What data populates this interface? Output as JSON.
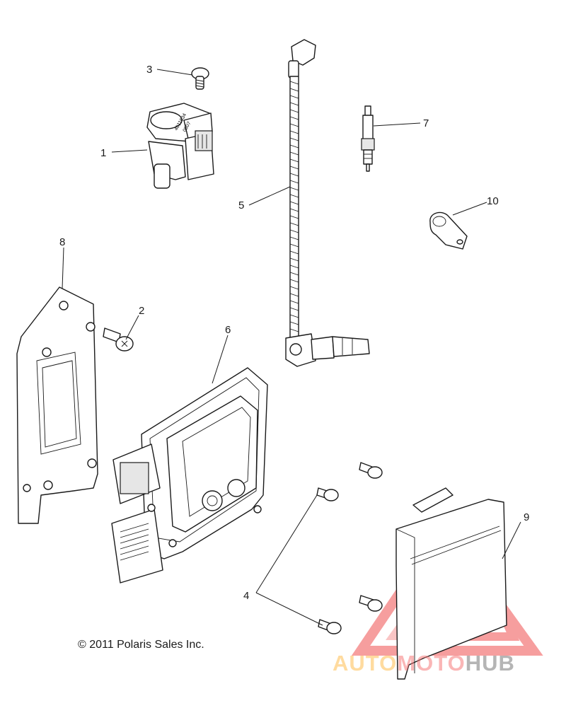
{
  "callouts": {
    "c1": "1",
    "c2": "2",
    "c3": "3",
    "c4": "4",
    "c5": "5",
    "c6": "6",
    "c7": "7",
    "c8": "8",
    "c9": "9",
    "c10": "10"
  },
  "coil_marking": {
    "line1": "4011634",
    "line2": "0807"
  },
  "copyright": "© 2011 Polaris Sales Inc.",
  "watermark": {
    "part1": "AUTO",
    "part2": "MOTO",
    "part3": "HUB",
    "colors": {
      "auto": "#ffbe50",
      "moto": "#f56e6e",
      "hub": "#787878",
      "logo": "#f05050"
    }
  }
}
